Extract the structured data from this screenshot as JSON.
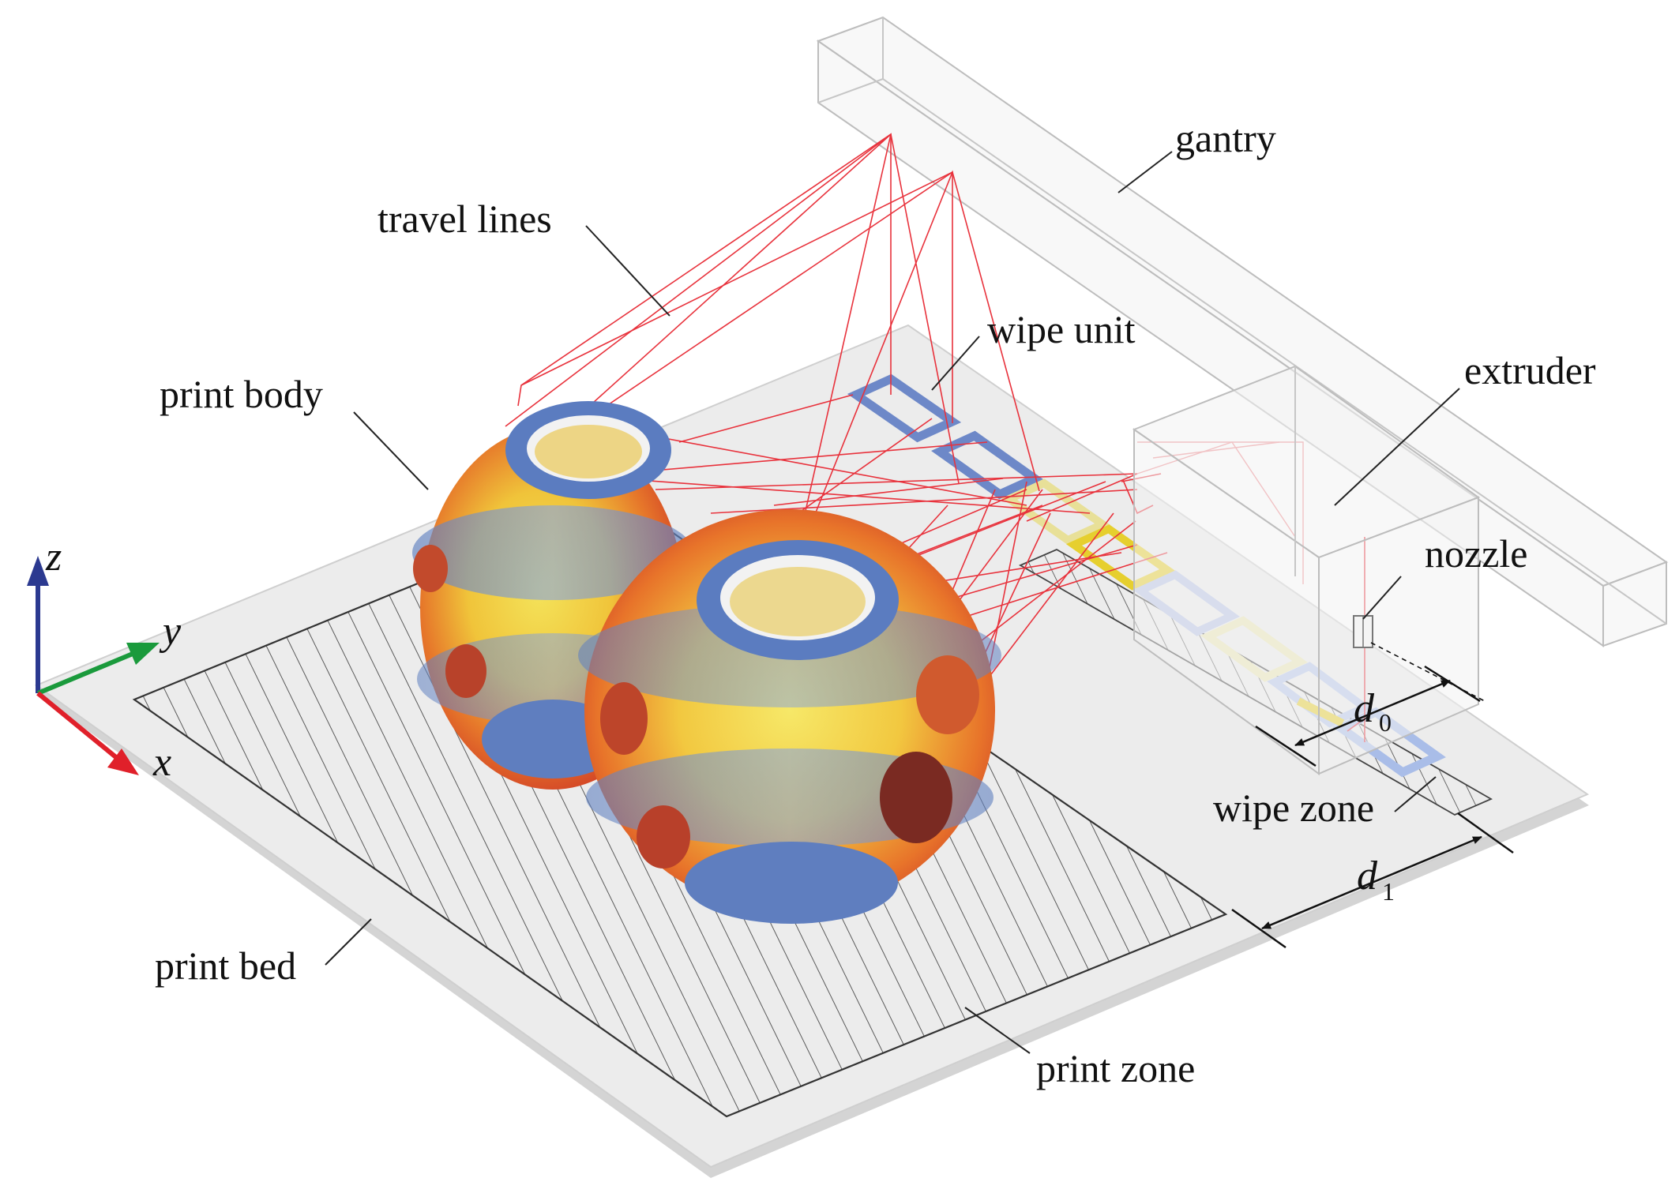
{
  "labels": {
    "gantry": "gantry",
    "travel_lines": "travel lines",
    "wipe_unit": "wipe unit",
    "extruder": "extruder",
    "print_body": "print body",
    "nozzle": "nozzle",
    "wipe_zone": "wipe zone",
    "print_bed": "print bed",
    "print_zone": "print zone"
  },
  "axes": {
    "x": "x",
    "y": "y",
    "z": "z"
  },
  "dimensions": {
    "d0": {
      "symbol": "d",
      "subscript": "0"
    },
    "d1": {
      "symbol": "d",
      "subscript": "1"
    }
  },
  "colors": {
    "axis_x": "#e0202a",
    "axis_y": "#1a9a3c",
    "axis_z": "#2b3990",
    "travel_lines": "#e8323c",
    "body_blue": "#6e8cc8",
    "body_yellow": "#f2dc4a",
    "body_orange": "#ee8a2a",
    "body_red": "#d8382a"
  }
}
